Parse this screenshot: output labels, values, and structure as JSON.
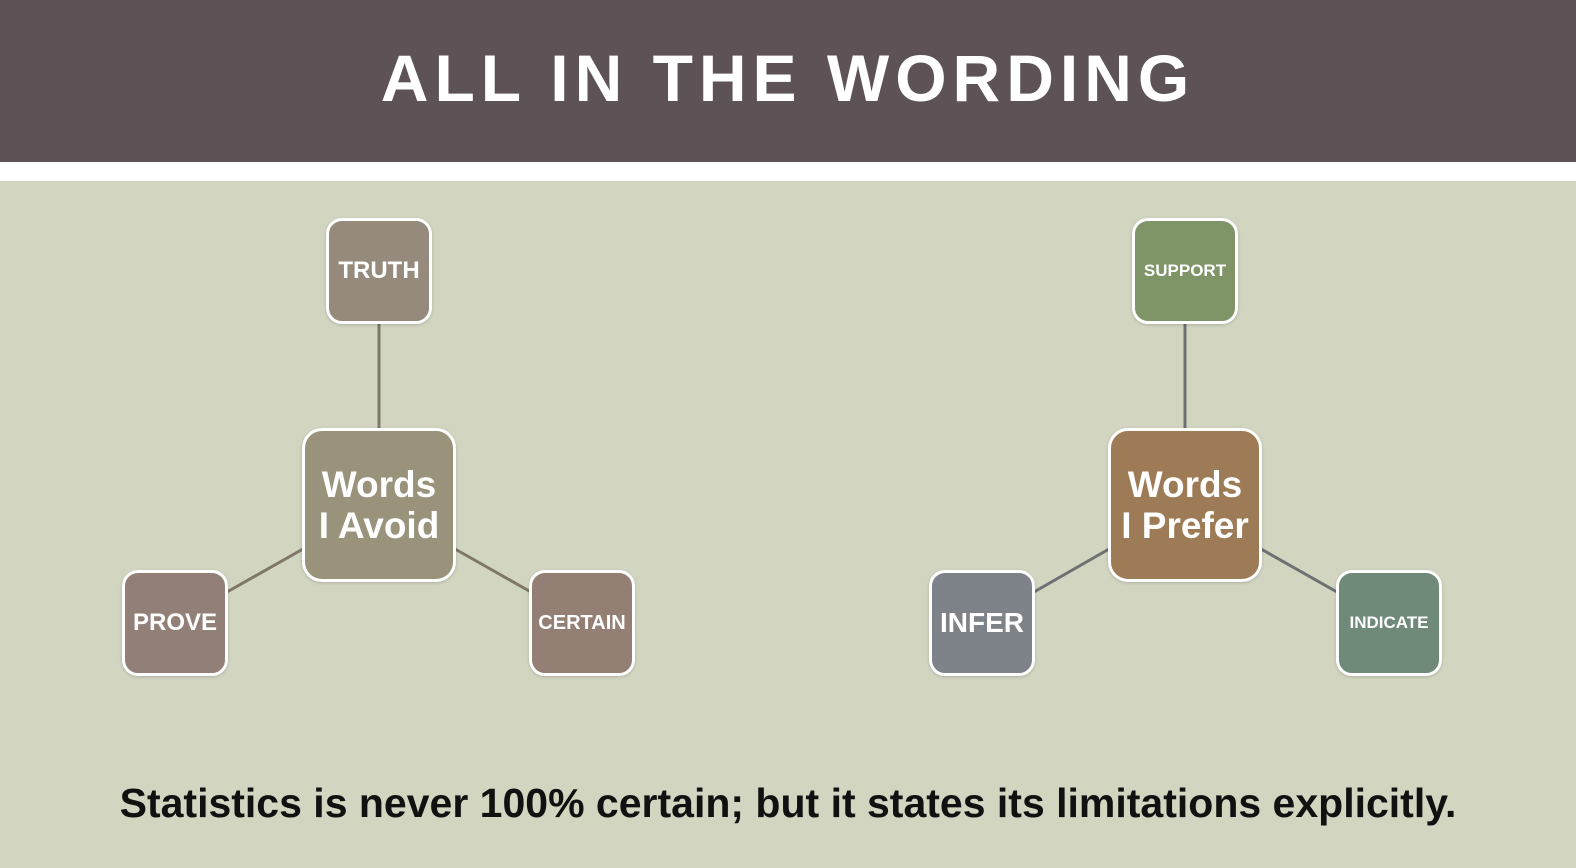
{
  "header": {
    "title": "ALL IN THE WORDING"
  },
  "diagrams": [
    {
      "center": {
        "label": "Words I Avoid",
        "color": "#9a937c"
      },
      "nodes": [
        {
          "label": "TRUTH",
          "color": "#958a7c"
        },
        {
          "label": "PROVE",
          "color": "#917f78"
        },
        {
          "label": "CERTAIN",
          "color": "#937f73"
        }
      ]
    },
    {
      "center": {
        "label": "Words I Prefer",
        "color": "#9d7b57"
      },
      "nodes": [
        {
          "label": "SUPPORT",
          "color": "#7f9467"
        },
        {
          "label": "INFER",
          "color": "#7d8388"
        },
        {
          "label": "INDICATE",
          "color": "#6f8a79"
        }
      ]
    }
  ],
  "footer": {
    "note": "Statistics is never 100% certain; but it states its limitations explicitly."
  },
  "colors": {
    "header_bg": "#5d5356",
    "canvas_bg": "#d2d6c1",
    "left_connector": "#7f7868",
    "right_connector": "#6e7172"
  }
}
